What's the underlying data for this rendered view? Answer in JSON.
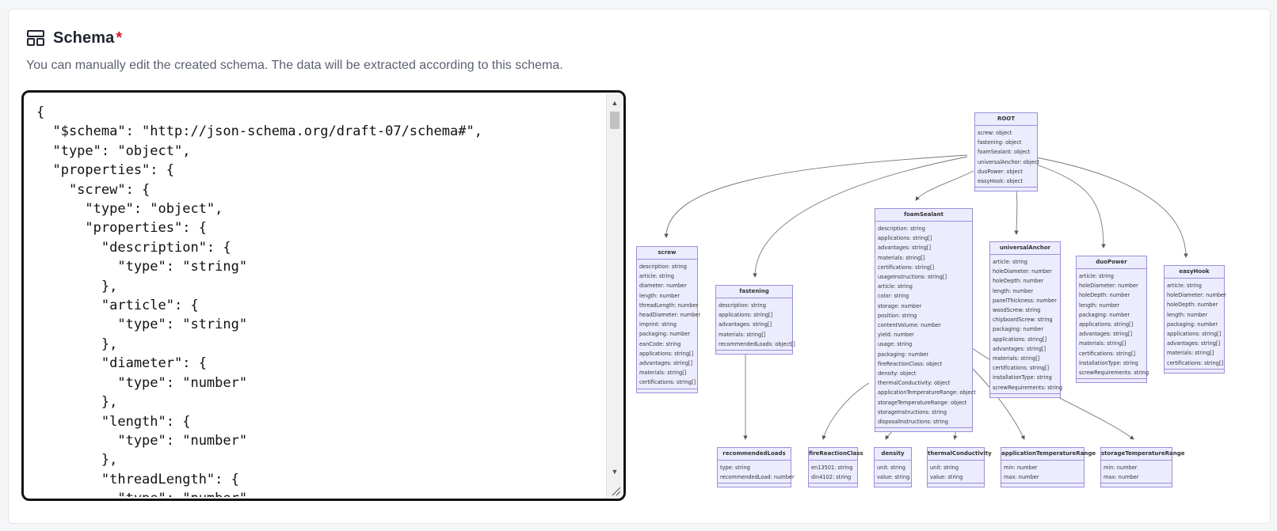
{
  "header": {
    "title": "Schema",
    "required_mark": "*",
    "subtitle": "You can manually edit the created schema. The data will be extracted according to this schema."
  },
  "editor": {
    "text": "{\n  \"$schema\": \"http://json-schema.org/draft-07/schema#\",\n  \"type\": \"object\",\n  \"properties\": {\n    \"screw\": {\n      \"type\": \"object\",\n      \"properties\": {\n        \"description\": {\n          \"type\": \"string\"\n        },\n        \"article\": {\n          \"type\": \"string\"\n        },\n        \"diameter\": {\n          \"type\": \"number\"\n        },\n        \"length\": {\n          \"type\": \"number\"\n        },\n        \"threadLength\": {\n          \"type\": \"number\""
  },
  "diagram": {
    "nodes": [
      {
        "id": "root",
        "title": "ROOT",
        "fields": [
          "screw: object",
          "fastening: object",
          "foamSealant: object",
          "universalAnchor: object",
          "duoPower: object",
          "easyHook: object"
        ]
      },
      {
        "id": "screw",
        "title": "screw",
        "fields": [
          "description: string",
          "article: string",
          "diameter: number",
          "length: number",
          "threadLength: number",
          "headDiameter: number",
          "imprint: string",
          "packaging: number",
          "eanCode: string",
          "applications: string[]",
          "advantages: string[]",
          "materials: string[]",
          "certifications: string[]"
        ]
      },
      {
        "id": "fastening",
        "title": "fastening",
        "fields": [
          "description: string",
          "applications: string[]",
          "advantages: string[]",
          "materials: string[]",
          "recommendedLoads: object[]"
        ]
      },
      {
        "id": "foamSealant",
        "title": "foamSealant",
        "fields": [
          "description: string",
          "applications: string[]",
          "advantages: string[]",
          "materials: string[]",
          "certifications: string[]",
          "usageInstructions: string[]",
          "article: string",
          "color: string",
          "storage: number",
          "position: string",
          "contentVolume: number",
          "yield: number",
          "usage: string",
          "packaging: number",
          "fireReactionClass: object",
          "density: object",
          "thermalConductivity: object",
          "applicationTemperatureRange: object",
          "storageTemperatureRange: object",
          "storageInstructions: string",
          "disposalInstructions: string"
        ]
      },
      {
        "id": "universalAnchor",
        "title": "universalAnchor",
        "fields": [
          "article: string",
          "holeDiameter: number",
          "holeDepth: number",
          "length: number",
          "panelThickness: number",
          "woodScrew: string",
          "chipboardScrew: string",
          "packaging: number",
          "applications: string[]",
          "advantages: string[]",
          "materials: string[]",
          "certifications: string[]",
          "installationType: string",
          "screwRequirements: string"
        ]
      },
      {
        "id": "duoPower",
        "title": "duoPower",
        "fields": [
          "article: string",
          "holeDiameter: number",
          "holeDepth: number",
          "length: number",
          "packaging: number",
          "applications: string[]",
          "advantages: string[]",
          "materials: string[]",
          "certifications: string[]",
          "installationType: string",
          "screwRequirements: string"
        ]
      },
      {
        "id": "easyHook",
        "title": "easyHook",
        "fields": [
          "article: string",
          "holeDiameter: number",
          "holeDepth: number",
          "length: number",
          "packaging: number",
          "applications: string[]",
          "advantages: string[]",
          "materials: string[]",
          "certifications: string[]"
        ]
      },
      {
        "id": "recommendedLoads",
        "title": "recommendedLoads",
        "fields": [
          "type: string",
          "recommendedLoad: number"
        ]
      },
      {
        "id": "fireReactionClass",
        "title": "fireReactionClass",
        "fields": [
          "en13501: string",
          "din4102: string"
        ]
      },
      {
        "id": "density",
        "title": "density",
        "fields": [
          "unit: string",
          "value: string"
        ]
      },
      {
        "id": "thermalConductivity",
        "title": "thermalConductivity",
        "fields": [
          "unit: string",
          "value: string"
        ]
      },
      {
        "id": "applicationTemperatureRange",
        "title": "applicationTemperatureRange",
        "fields": [
          "min: number",
          "max: number"
        ]
      },
      {
        "id": "storageTemperatureRange",
        "title": "storageTemperatureRange",
        "fields": [
          "min: number",
          "max: number"
        ]
      }
    ]
  }
}
